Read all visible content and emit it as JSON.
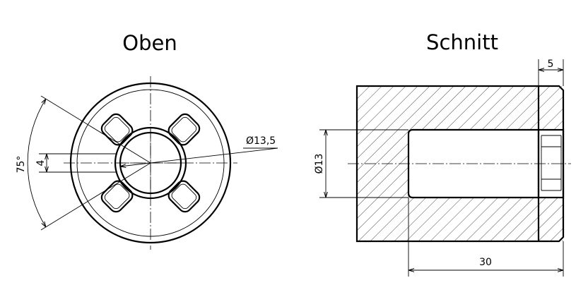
{
  "views": {
    "top": {
      "title": "Oben",
      "dims": {
        "diameter": "Ø13,5",
        "width": "4",
        "angle": "75°"
      }
    },
    "section": {
      "title": "Schnitt",
      "dims": {
        "diameter": "Ø13",
        "length": "30",
        "depth": "5"
      }
    }
  }
}
